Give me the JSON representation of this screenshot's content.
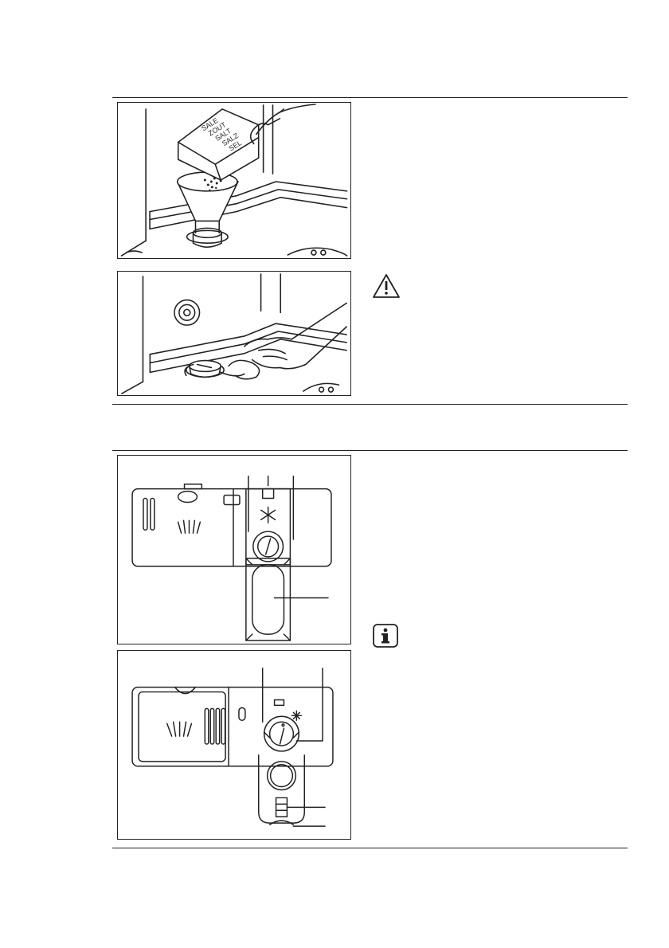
{
  "figures": {
    "salt_pour": {
      "package_text": [
        "SALE",
        "ZOUT",
        "SALT",
        "SALZ",
        "SEL"
      ]
    }
  },
  "icons": {
    "warning": "warning-icon",
    "info": "info-icon"
  }
}
